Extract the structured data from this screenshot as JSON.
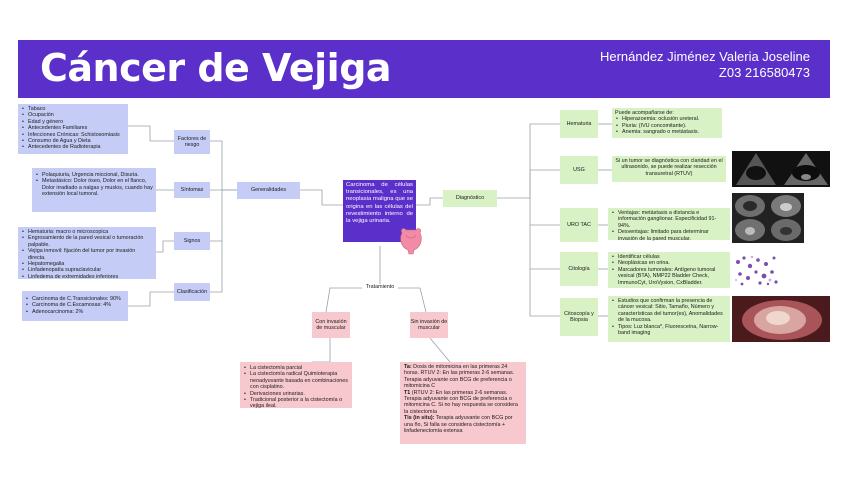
{
  "header": {
    "title": "Cáncer de Vejiga",
    "author_name": "Hernández Jiménez Valeria Joseline",
    "author_code": "Z03 216580473"
  },
  "colors": {
    "header": "#5b2fc9",
    "blue_box": "#c5cdf7",
    "green_box": "#d8f1c5",
    "pink_box": "#f7c9cf",
    "center_box": "#5b2fc9"
  },
  "center": {
    "text": "Carcinoma de células transicionales, es una neoplasia maligna que se origina en las células del revestimiento interno de la vejiga urinaria.",
    "icon": "bladder-icon"
  },
  "left": {
    "generalidades": "Generalidades",
    "categories": [
      {
        "label": "Factores de riesgo",
        "items": [
          "Tabaco",
          "Ocupación",
          "Edad y género",
          "Antecedentes Familiares",
          "Infecciones Crónicas: Schistosomiasis",
          "Consumo de Agua y Dieta",
          "Antecedentes de Radioterapia"
        ]
      },
      {
        "label": "Síntomas",
        "items": [
          "Polaquiuria, Urgencia miccional, Disuria.",
          "Metastásico: Dolor óseo, Dolor en el flanco, Dolor irradiado a nalgas y muslos, cuando hay extensión local tumoral."
        ]
      },
      {
        "label": "Signos",
        "items": [
          "Hematuria: macro o microscopica",
          "Engrosamiento de la pared vesical o tumoración palpable.",
          "Vejiga inmovil: fijación del tumor por invasión directa.",
          "Hepatomegalia",
          "Linfadenopatía supraclavicular",
          "Linfedema de extremidades inferiores"
        ]
      },
      {
        "label": "Clasificación",
        "items": [
          "Carcinoma de C.Transicionales: 90%",
          "Carcinoma de C.Escamosas: 4%",
          "Adenocarcinoma: 2%"
        ]
      }
    ]
  },
  "right": {
    "diagnostico": "Diagnóstico",
    "items": [
      {
        "label": "Hematuria",
        "intro": "Puede acompañarse de:",
        "bullets": [
          "Hiperazoemia: oclusión ureteral.",
          "Piuria: (IVU concomitante).",
          "Anemia: sangrado o metástasis."
        ],
        "image": ""
      },
      {
        "label": "USG",
        "intro": "Si un tumor se diagnóstica con claridad en el ultrasonido, se puede realizar resección transuretral (RTUV)",
        "bullets": [],
        "image": "ultrasound-image"
      },
      {
        "label": "URO TAC",
        "intro": "",
        "bullets": [
          "Ventajas: metástasis a distancia e información ganglionar. Especificidad 91-94%.",
          "Desventajas: limitado para determinar invasión de la pared muscular."
        ],
        "image": "ct-scan-image"
      },
      {
        "label": "Citología",
        "intro": "",
        "bullets": [
          "Identificar células",
          "Neoplásicas en orina.",
          "Marcadores tumorales: Antígeno tumoral vesical (BTA), NMP22 Bladder Check, ImmunoCyt, UroVysion, CxBladder."
        ],
        "image": "cytology-image"
      },
      {
        "label": "Citoscopía y Biopsia",
        "intro": "",
        "bullets": [
          "Estudios que confirman la presencia de cáncer vesical: Sitio, Tamaño, Número y características del tumor(es), Anomalidades de la mucosa.",
          "Tipos: Luz blanca*, Fluoresceína, Narrow-band imaging"
        ],
        "image": "cystoscopy-image"
      }
    ]
  },
  "treatment": {
    "label": "Tratamiento",
    "muscular": {
      "label": "Con invasión de muscular",
      "items": [
        "La cistectomía parcial",
        "La cistectomía radical Quimioterapia neoadyuvante basada en combinaciones con cisplatino.",
        "Derivaciones urinarias.",
        "Tradicional posterior a la cistectomía o vejiga ileal."
      ]
    },
    "non_muscular": {
      "label": "Sin invasión de muscular",
      "ta_label": "Ta:",
      "ta_text": " Dosis de mitomicina en las primeras 24 horas. RTUV 2: En las primeras 2-6 semanas. Terapia adyuvante con BCG de preferencia o mitomicina C",
      "t1_label": "T1 ",
      "t1_text": "(RTUV 2: En las primeras 2-6 semanas.",
      "t1_more": "Terapia adyuvante con BCG de preferencia o mitomicina C. Si no hay respuesta se considera la cistectomía",
      "tis_label": "Tis (in situ):",
      "tis_text": " Terapia adyuvante con BCG por una ño, Si falla se considera cistectomía + linfadenectomía extensa"
    }
  }
}
